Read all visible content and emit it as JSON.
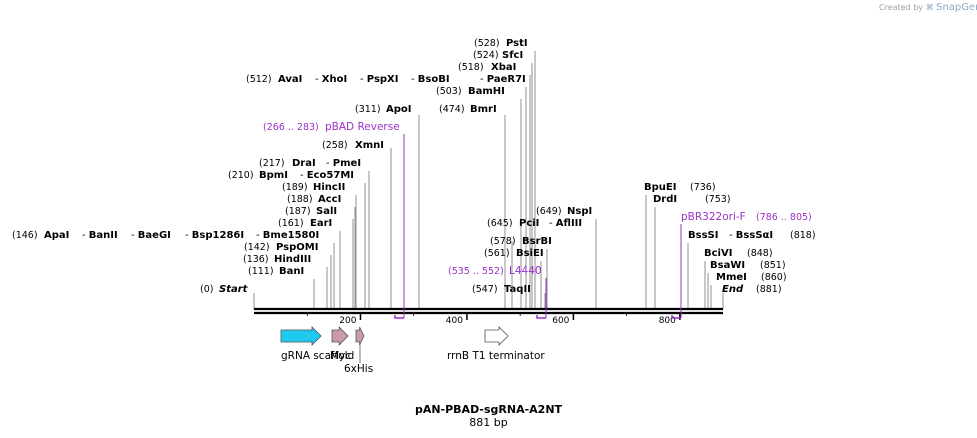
{
  "credit": {
    "created_by": "Created by",
    "brand": "SnapGene"
  },
  "plasmid": {
    "name": "pAN-PBAD-sgRNA-A2NT",
    "length": "881 bp"
  },
  "ruler": {
    "ticks": [
      "200",
      "400",
      "600",
      "800"
    ]
  },
  "sites": [
    {
      "name": "Start",
      "pos": "(0)",
      "italic": true
    },
    {
      "name": "BanI",
      "pos": "(111)"
    },
    {
      "name": "HindIII",
      "pos": "(136)"
    },
    {
      "name": "PspOMI",
      "pos": "(142)"
    },
    {
      "name": "ApaI",
      "pos": "(146)"
    },
    {
      "name": "BanII",
      "pos": ""
    },
    {
      "name": "BaeGI",
      "pos": ""
    },
    {
      "name": "Bsp1286I",
      "pos": ""
    },
    {
      "name": "Bme1580I",
      "pos": ""
    },
    {
      "name": "EarI",
      "pos": "(161)"
    },
    {
      "name": "SalI",
      "pos": "(187)"
    },
    {
      "name": "AccI",
      "pos": "(188)"
    },
    {
      "name": "HincII",
      "pos": "(189)"
    },
    {
      "name": "BpmI",
      "pos": "(210)"
    },
    {
      "name": "Eco57MI",
      "pos": ""
    },
    {
      "name": "DraI",
      "pos": "(217)"
    },
    {
      "name": "PmeI",
      "pos": ""
    },
    {
      "name": "XmnI",
      "pos": "(258)"
    },
    {
      "name": "ApoI",
      "pos": "(311)"
    },
    {
      "name": "AvaI",
      "pos": "(512)"
    },
    {
      "name": "XhoI",
      "pos": ""
    },
    {
      "name": "PspXI",
      "pos": ""
    },
    {
      "name": "BsoBI",
      "pos": ""
    },
    {
      "name": "PaeR7I",
      "pos": ""
    },
    {
      "name": "BamHI",
      "pos": "(503)"
    },
    {
      "name": "XbaI",
      "pos": "(518)"
    },
    {
      "name": "SfcI",
      "pos": "(524)"
    },
    {
      "name": "PstI",
      "pos": "(528)"
    },
    {
      "name": "BmrI",
      "pos": "(474)"
    },
    {
      "name": "PciI",
      "pos": "(645)"
    },
    {
      "name": "NspI",
      "pos": "(649)"
    },
    {
      "name": "AflIII",
      "pos": ""
    },
    {
      "name": "BsrBI",
      "pos": "(578)"
    },
    {
      "name": "BsiEI",
      "pos": "(561)"
    },
    {
      "name": "TaqII",
      "pos": "(547)"
    },
    {
      "name": "BpuEI",
      "pos": "(736)"
    },
    {
      "name": "DrdI",
      "pos": "(753)"
    },
    {
      "name": "BssSI",
      "pos": "(818)"
    },
    {
      "name": "BssSαI",
      "pos": ""
    },
    {
      "name": "BciVI",
      "pos": "(848)"
    },
    {
      "name": "BsaWI",
      "pos": "(851)"
    },
    {
      "name": "MmeI",
      "pos": "(860)"
    },
    {
      "name": "End",
      "pos": "(881)",
      "italic": true
    }
  ],
  "primers": [
    {
      "name": "pBAD Reverse",
      "range": "(266 .. 283)"
    },
    {
      "name": "L4440",
      "range": "(535 .. 552)"
    },
    {
      "name": "pBR322ori-F",
      "range": "(786 .. 805)"
    }
  ],
  "features": [
    {
      "name": "gRNA scaffold",
      "color": "#1ec8ee"
    },
    {
      "name": "Myc",
      "color": "#c99aae"
    },
    {
      "name": "6xHis",
      "color": "#c99aae"
    },
    {
      "name": "rrnB T1 terminator",
      "color": "#ffffff"
    }
  ],
  "colors": {
    "primer": "#9b30c8",
    "text": "#000000"
  }
}
